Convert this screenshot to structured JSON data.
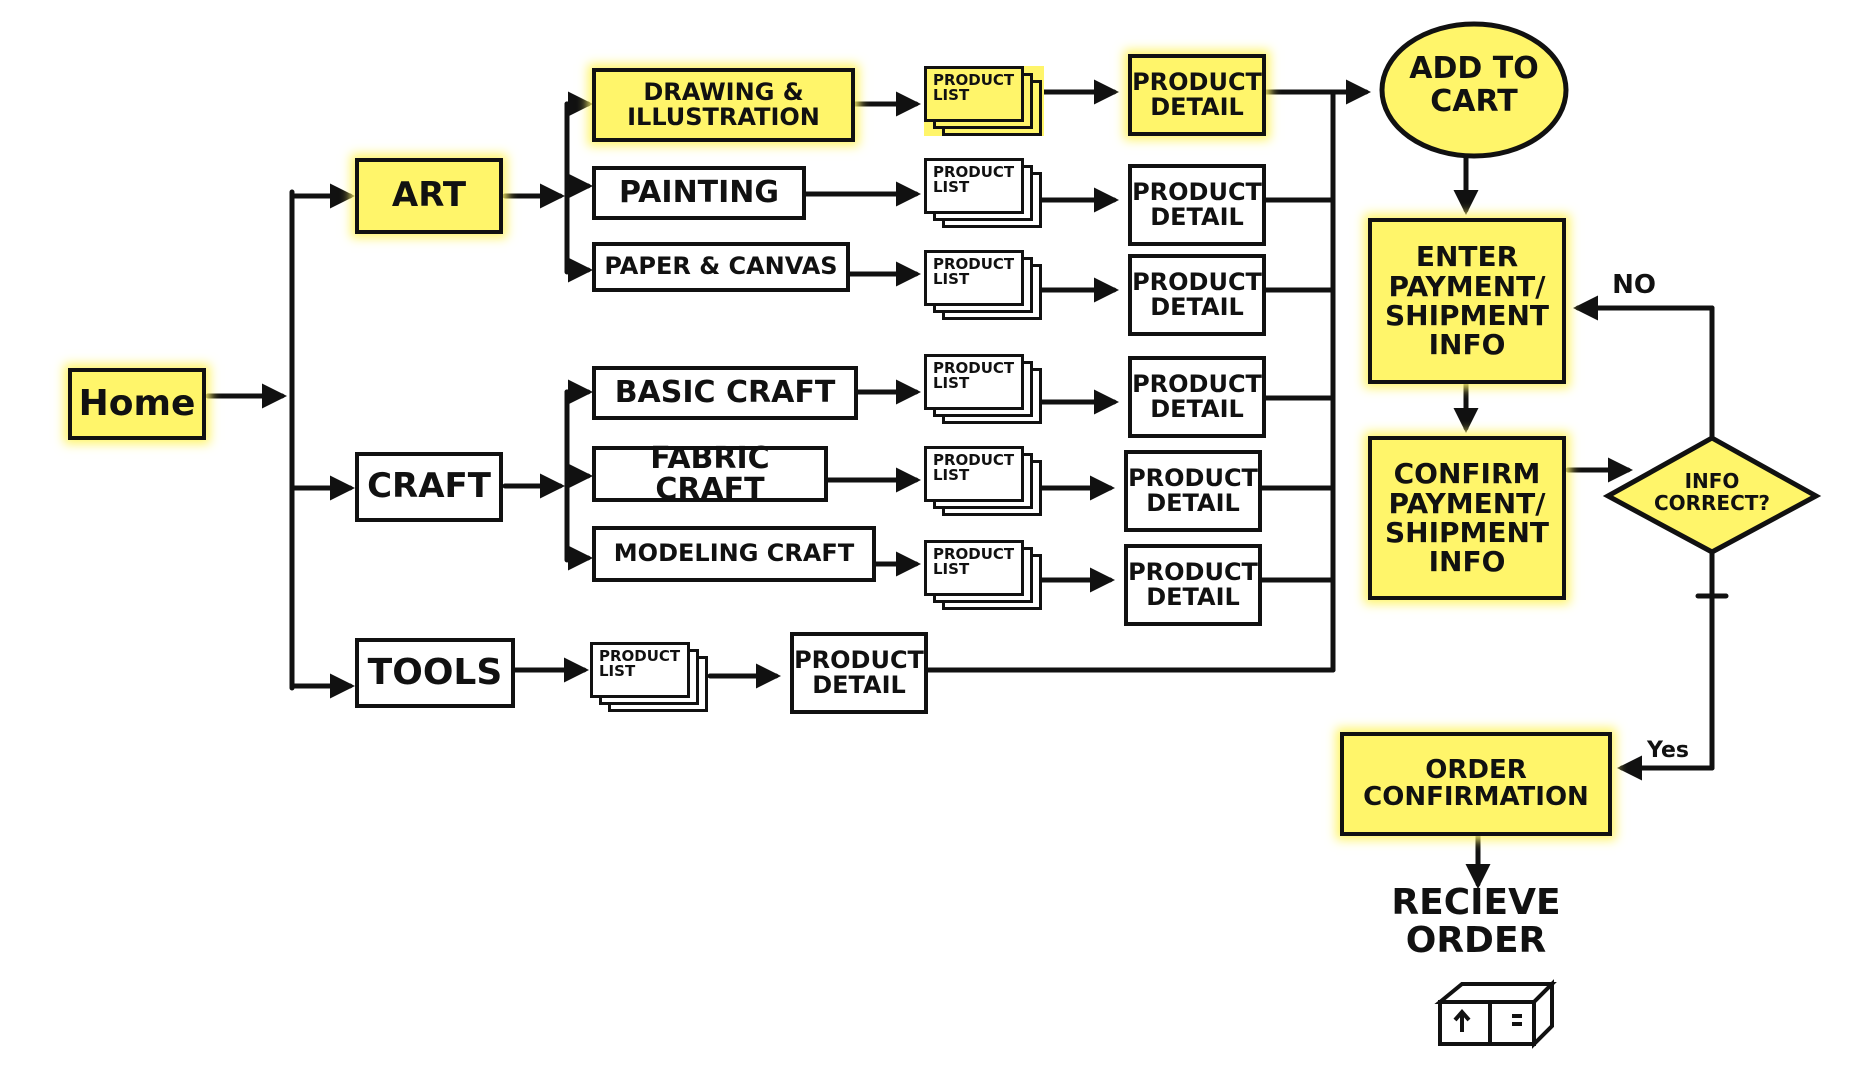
{
  "nodes": {
    "home": "Home",
    "art": "ART",
    "craft": "CRAFT",
    "tools": "TOOLS",
    "drawing": "DRAWING & ILLUSTRATION",
    "painting": "PAINTING",
    "paper": "PAPER & CANVAS",
    "basic": "BASIC CRAFT",
    "fabric": "FABRIC CRAFT",
    "modeling": "MODELING CRAFT",
    "product_list_line1": "PRODUCT",
    "product_list_line2": "LIST",
    "product_detail_line1": "PRODUCT",
    "product_detail_line2": "DETAIL",
    "add_to_cart": "ADD TO CART",
    "enter_payment": "ENTER PAYMENT/ SHIPMENT INFO",
    "confirm_payment": "CONFIRM PAYMENT/ SHIPMENT INFO",
    "info_correct": "INFO CORRECT?",
    "no_label": "NO",
    "yes_label": "Yes",
    "order_confirmation": "ORDER CONFIRMATION",
    "receive_order": "RECIEVE ORDER"
  },
  "colors": {
    "highlight": "#fff56a",
    "stroke": "#111111",
    "background": "#ffffff"
  },
  "icons": {
    "box": "package-box-icon"
  }
}
